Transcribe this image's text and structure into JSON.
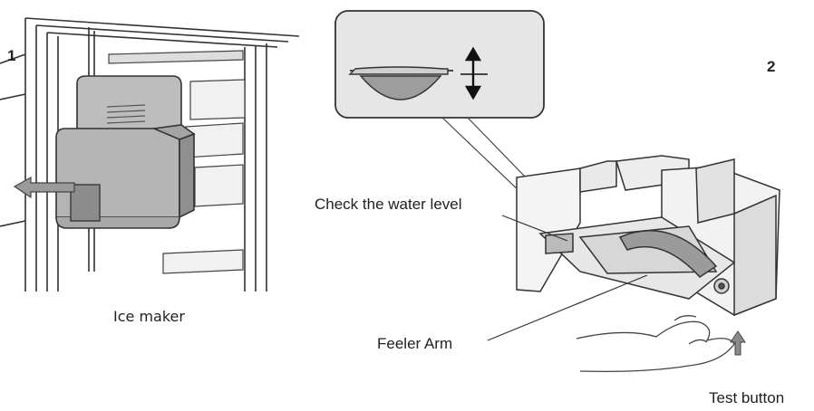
{
  "figure": {
    "step_1": "1",
    "step_2": "2",
    "caption_ice_maker": "Ice maker",
    "label_water_level": "Check the water level",
    "label_feeler_arm": "Feeler Arm",
    "label_test_button": "Test button"
  },
  "colors": {
    "line": "#333333",
    "fill_gray": "#b9b9b9",
    "fill_dark": "#8e8e8e",
    "inset_bg": "#e6e6e6"
  },
  "icons": [
    "arrow-left-icon",
    "arrow-up-icon",
    "double-arrow-vertical-icon"
  ]
}
